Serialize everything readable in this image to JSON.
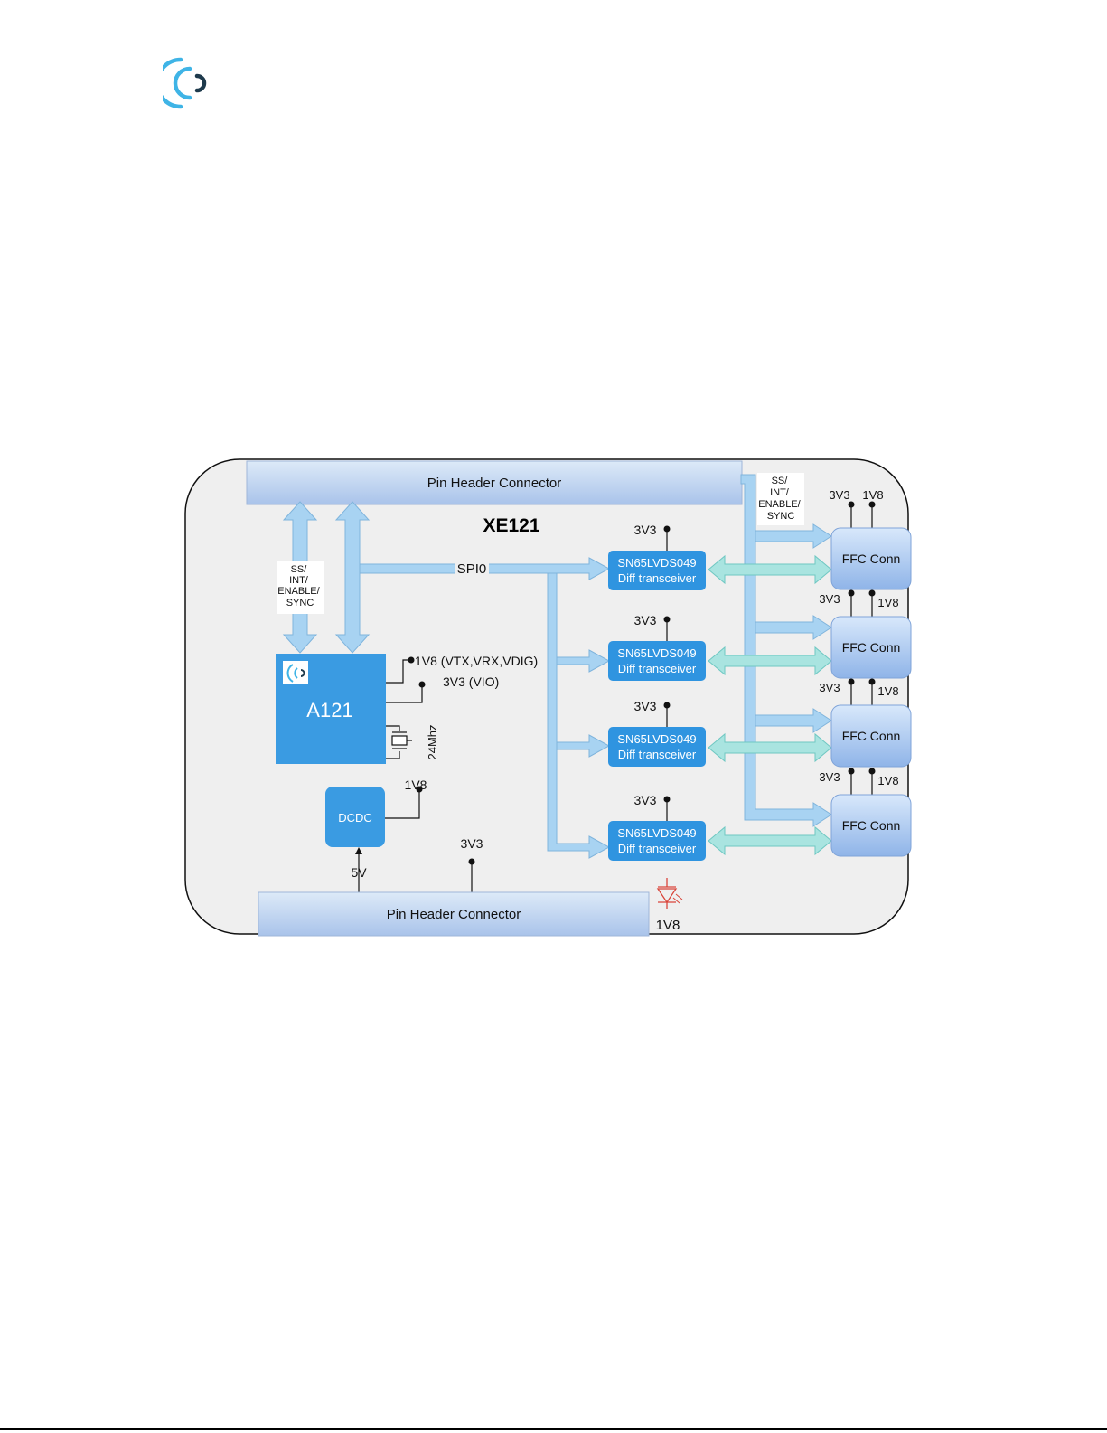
{
  "colors": {
    "brand_blue": "#3fb4e6",
    "brand_navy": "#1e3a4c",
    "board_bg": "#efefef",
    "header_grad_top": "#ddeaf8",
    "header_grad_bottom": "#a9c3ea",
    "chip_blue": "#3a9be2",
    "transceiver_blue": "#2f94e0",
    "ffc_grad_top": "#d8e8fb",
    "ffc_grad_bottom": "#8fb4e8",
    "bus_arrow": "#a8d3f2",
    "lvds_arrow": "#a9e4e0",
    "led_red": "#d9453a"
  },
  "icons": {
    "logo": "acconeer-signal-icon",
    "chip_logo": "acconeer-signal-icon",
    "led": "led-diode-icon",
    "crystal": "crystal-oscillator-icon"
  },
  "diagram": {
    "board_title": "XE121",
    "top_connector": "Pin Header Connector",
    "bottom_connector": "Pin Header Connector",
    "ss_label_left": [
      "SS/",
      "INT/",
      "ENABLE/",
      "SYNC"
    ],
    "ss_label_right": [
      "SS/",
      "INT/",
      "ENABLE/",
      "SYNC"
    ],
    "spi_label": "SPI0",
    "chip": {
      "name": "A121",
      "rail_1v8": "1V8 (VTX,VRX,VDIG)",
      "rail_3v3": "3V3 (VIO)",
      "crystal": "24Mhz"
    },
    "dcdc": {
      "name": "DCDC",
      "out": "1V8",
      "in": "5V"
    },
    "bottom_3v3": "3V3",
    "led_rail": "1V8",
    "transceivers": [
      {
        "line1": "SN65LVDS049",
        "line2": "Diff transceiver",
        "supply": "3V3"
      },
      {
        "line1": "SN65LVDS049",
        "line2": "Diff transceiver",
        "supply": "3V3"
      },
      {
        "line1": "SN65LVDS049",
        "line2": "Diff transceiver",
        "supply": "3V3"
      },
      {
        "line1": "SN65LVDS049",
        "line2": "Diff transceiver",
        "supply": "3V3"
      }
    ],
    "ffc": [
      {
        "label": "FFC Conn",
        "v1": "3V3",
        "v2": "1V8"
      },
      {
        "label": "FFC Conn",
        "v1": "3V3",
        "v2": "1V8"
      },
      {
        "label": "FFC Conn",
        "v1": "3V3",
        "v2": "1V8"
      },
      {
        "label": "FFC Conn",
        "v1": "3V3",
        "v2": "1V8"
      }
    ]
  }
}
